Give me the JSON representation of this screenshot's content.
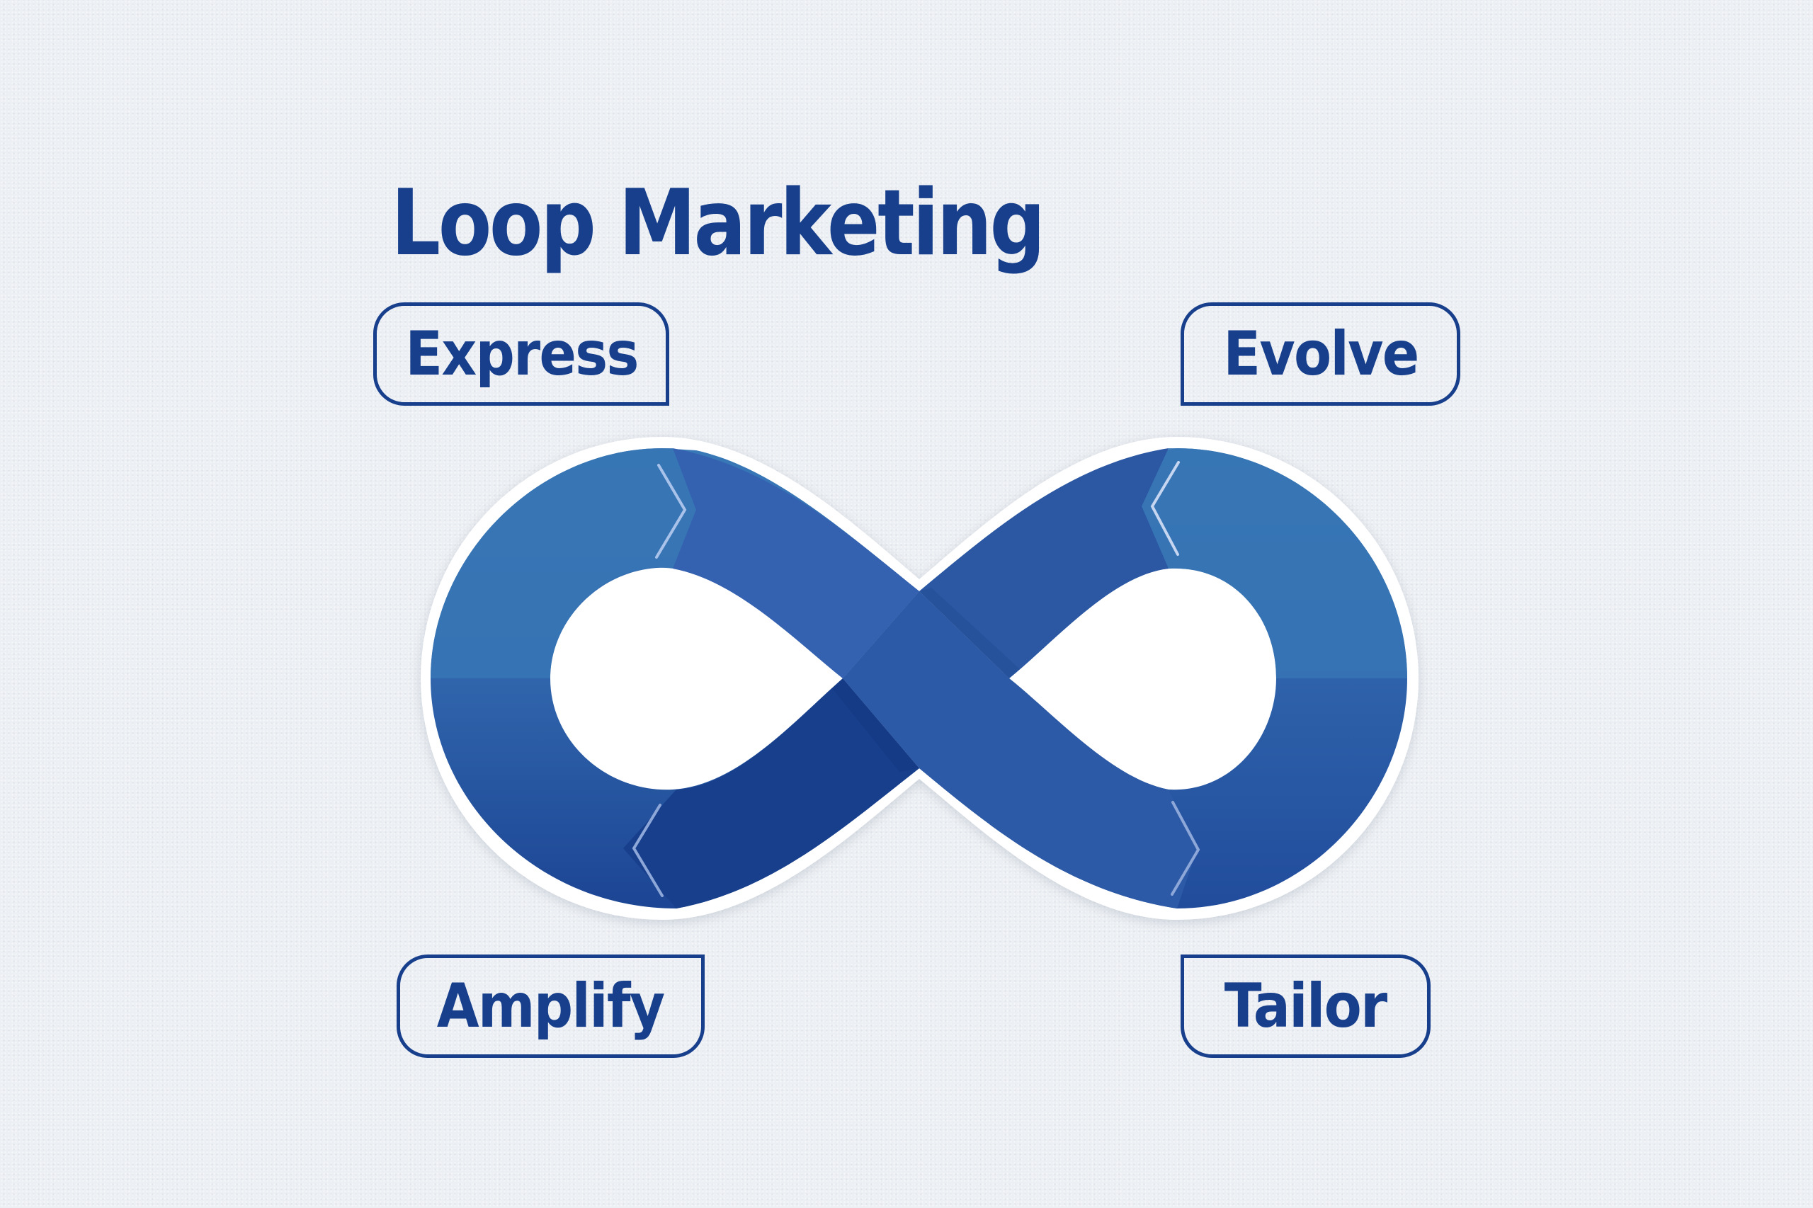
{
  "title": "Loop Marketing",
  "stages": [
    {
      "label": "Express",
      "position": "top-left"
    },
    {
      "label": "Evolve",
      "position": "top-right"
    },
    {
      "label": "Amplify",
      "position": "bottom-left"
    },
    {
      "label": "Tailor",
      "position": "bottom-right"
    }
  ],
  "graphic": {
    "icon": "infinity-loop-icon",
    "chevron_icons": [
      "chevron-right-icon",
      "chevron-left-icon",
      "chevron-left-icon",
      "chevron-right-icon"
    ]
  },
  "colors": {
    "text": "#173f8c",
    "background": "#eceff3",
    "band_light": "#3775b5",
    "band_mid": "#3461b0",
    "band_cross": "#2d5aa6",
    "band_dark": "#183f8c",
    "outline": "#ffffff"
  }
}
